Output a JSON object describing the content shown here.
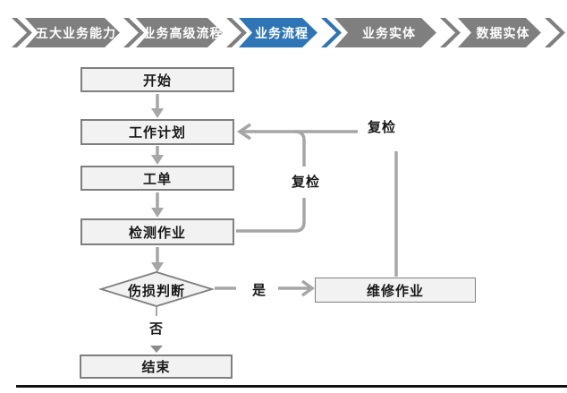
{
  "nav": {
    "items": [
      {
        "label": "五大业务能力",
        "active": false
      },
      {
        "label": "业务高级流程",
        "active": false
      },
      {
        "label": "业务流程",
        "active": true
      },
      {
        "label": "业务实体",
        "active": false
      },
      {
        "label": "数据实体",
        "active": false
      }
    ],
    "colors": {
      "inactive": "#7f7f7f",
      "active": "#2e75b6",
      "text": "#ffffff"
    }
  },
  "flowchart": {
    "nodes": {
      "start": {
        "label": "开始",
        "type": "process"
      },
      "plan": {
        "label": "工作计划",
        "type": "process"
      },
      "order": {
        "label": "工单",
        "type": "process"
      },
      "inspect": {
        "label": "检测作业",
        "type": "process"
      },
      "damage": {
        "label": "伤损判断",
        "type": "decision"
      },
      "repair": {
        "label": "维修作业",
        "type": "process"
      },
      "end": {
        "label": "结束",
        "type": "process"
      }
    },
    "edge_labels": {
      "yes": "是",
      "no": "否",
      "recheck_inner": "复检",
      "recheck_outer": "复检"
    },
    "colors": {
      "node_fill": "#f2f2f2",
      "node_border": "#7f7f7f",
      "connector": "#a6a6a6",
      "text": "#1a1a1a"
    }
  }
}
